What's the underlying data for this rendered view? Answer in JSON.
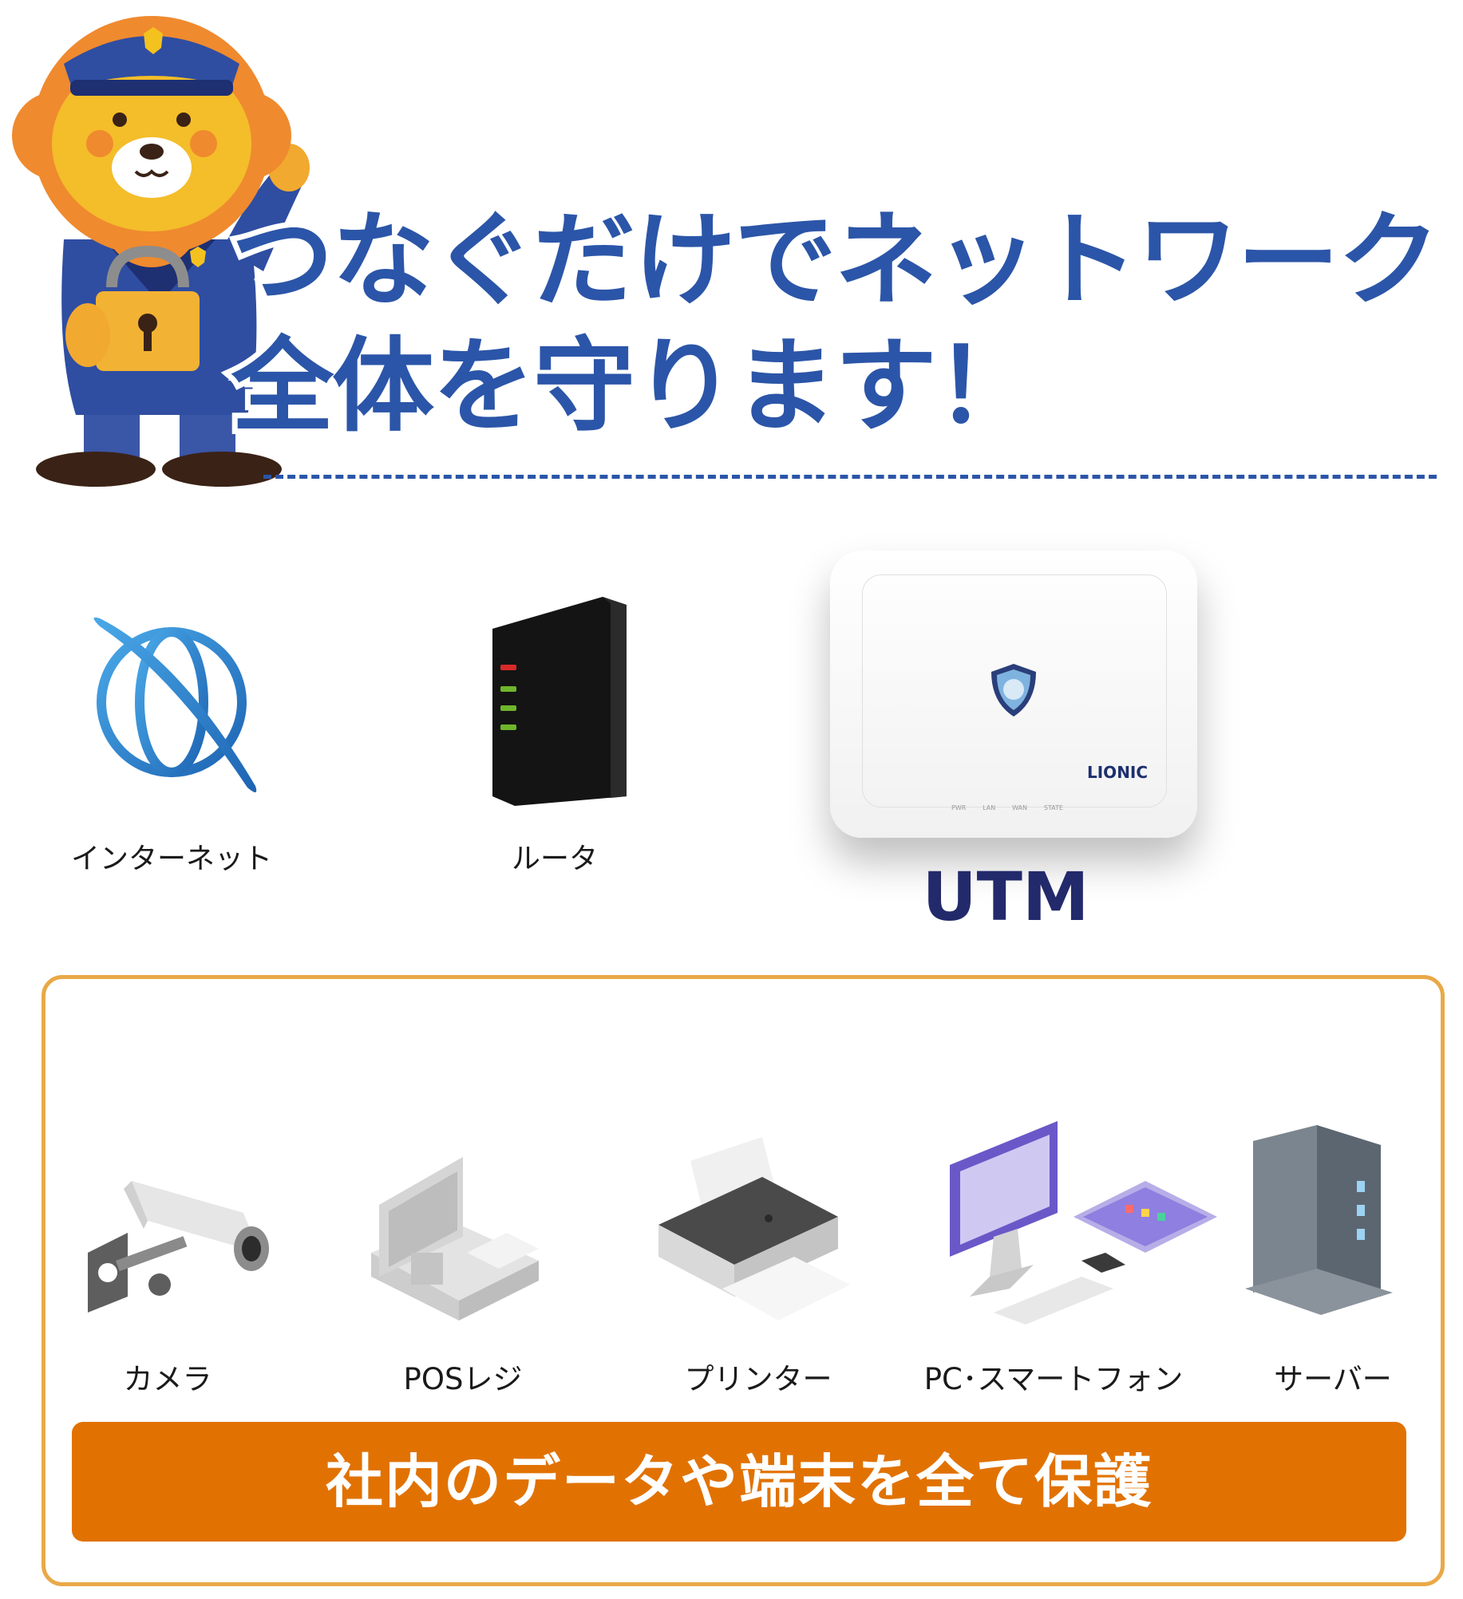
{
  "headline": {
    "line1": "つなぐだけでネットワーク",
    "line2": "全体を守ります！"
  },
  "flow": {
    "internet_label": "インターネット",
    "router_label": "ルータ",
    "utm_label": "UTM",
    "utm_brand": "LIONIC",
    "utm_leds": [
      "PWR",
      "LAN",
      "WAN",
      "STATE"
    ]
  },
  "protected": {
    "devices": [
      {
        "label": "カメラ"
      },
      {
        "label": "POSレジ"
      },
      {
        "label": "プリンター"
      },
      {
        "label": "PC･スマートフォン"
      },
      {
        "label": "サーバー"
      }
    ],
    "banner": "社内のデータや端末を全て保護"
  },
  "colors": {
    "headline_blue": "#2b55a8",
    "utm_navy": "#222a6b",
    "box_border": "#e9a947",
    "banner_orange": "#e17202"
  },
  "icons": [
    "lion-mascot-icon",
    "globe-icon",
    "router-icon",
    "utm-device-icon",
    "camera-icon",
    "pos-register-icon",
    "printer-icon",
    "pc-smartphone-icon",
    "server-icon"
  ]
}
